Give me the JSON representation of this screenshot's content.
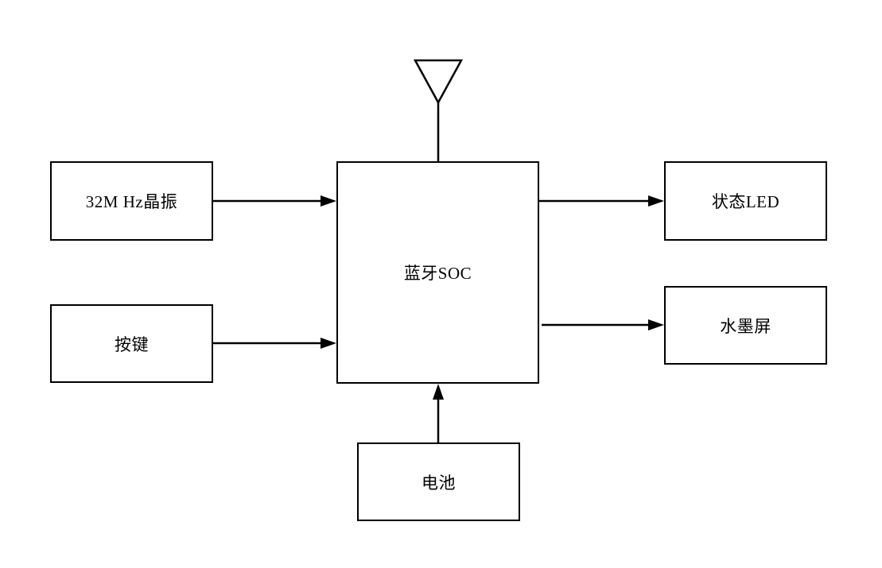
{
  "diagram": {
    "type": "block-diagram",
    "nodes": {
      "crystal": {
        "label": "32M Hz晶振"
      },
      "keys": {
        "label": "按键"
      },
      "soc": {
        "label": "蓝牙SOC"
      },
      "status_led": {
        "label": "状态LED"
      },
      "eink": {
        "label": "水墨屏"
      },
      "battery": {
        "label": "电池"
      }
    },
    "antenna": {
      "icon": "antenna-icon",
      "connected_to": "soc"
    },
    "edges": [
      {
        "from": "crystal",
        "to": "soc",
        "arrow": "right"
      },
      {
        "from": "keys",
        "to": "soc",
        "arrow": "right"
      },
      {
        "from": "soc",
        "to": "status_led",
        "arrow": "right"
      },
      {
        "from": "soc",
        "to": "eink",
        "arrow": "right"
      },
      {
        "from": "battery",
        "to": "soc",
        "arrow": "up"
      },
      {
        "from": "antenna",
        "to": "soc",
        "arrow": "none"
      }
    ],
    "colors": {
      "line": "#000000",
      "box_fill": "#ffffff",
      "text": "#000000",
      "background": "#ffffff"
    }
  }
}
